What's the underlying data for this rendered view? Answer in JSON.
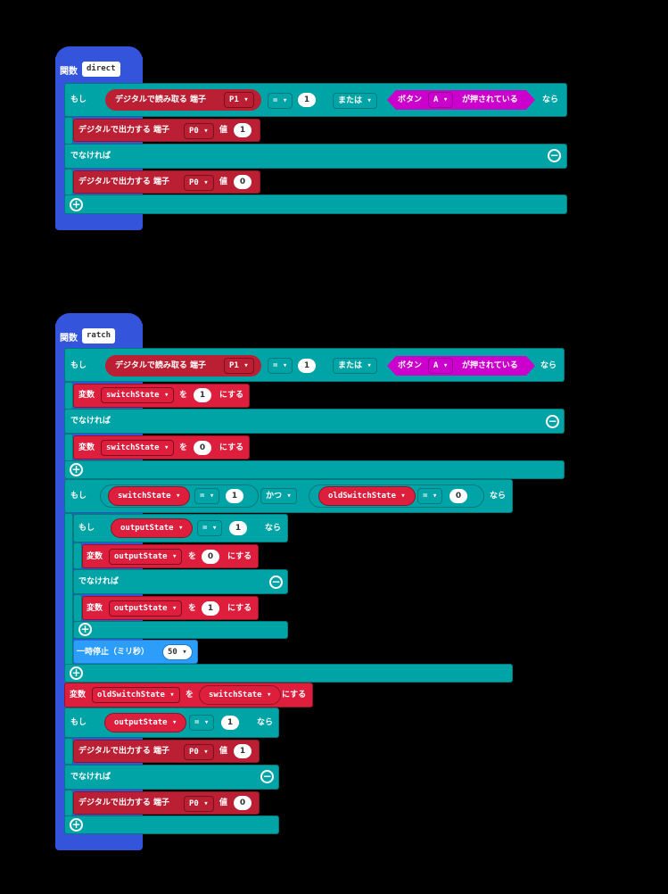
{
  "functions": [
    {
      "kw": "関数",
      "name": "direct",
      "if_kw": "もし",
      "cond1_label": "デジタルで読み取る 端子",
      "cond1_pin": "P1 ▾",
      "cmp_op": "= ▾",
      "cmp_val": "1",
      "or_op": "または ▾",
      "button_label": "ボタン",
      "button_sel": "A ▾",
      "button_pressed": "が押されている",
      "then_kw": "なら",
      "then_write_label": "デジタルで出力する 端子",
      "then_pin": "P0 ▾",
      "then_val_kw": "値",
      "then_val": "1",
      "else_kw": "でなければ",
      "else_write_label": "デジタルで出力する 端子",
      "else_pin": "P0 ▾",
      "else_val_kw": "値",
      "else_val": "0"
    },
    {
      "kw": "関数",
      "name": "ratch",
      "if_kw": "もし",
      "cond1_label": "デジタルで読み取る 端子",
      "cond1_pin": "P1 ▾",
      "cmp_op": "= ▾",
      "cmp_val": "1",
      "or_op": "または ▾",
      "button_label": "ボタン",
      "button_sel": "A ▾",
      "button_pressed": "が押されている",
      "then_kw": "なら",
      "var_kw": "変数",
      "switch_var": "switchState ▾",
      "wo": "を",
      "ni_suru": "にする",
      "sw_set1": "1",
      "else_kw": "でなければ",
      "sw_set0": "0",
      "if2_var_a": "switchState ▾",
      "if2_op_a": "= ▾",
      "if2_val_a": "1",
      "and_op": "かつ ▾",
      "if2_var_b": "oldSwitchState ▾",
      "if2_op_b": "= ▾",
      "if2_val_b": "0",
      "if3_var": "outputState ▾",
      "if3_op": "= ▾",
      "if3_val": "1",
      "out_var": "outputState ▾",
      "out_set0": "0",
      "out_set1": "1",
      "pause_label": "一時停止（ミリ秒）",
      "pause_val": "50 ▾",
      "old_var": "oldSwitchState ▾",
      "old_from": "switchState ▾",
      "if4_var": "outputState ▾",
      "if4_op": "= ▾",
      "if4_val": "1",
      "write_label": "デジタルで出力する 端子",
      "write_pin": "P0 ▾",
      "val_kw": "値",
      "write_val1": "1",
      "write_val0": "0"
    }
  ],
  "icons": {
    "plus": "+",
    "minus": "−"
  },
  "colors": {
    "function": "#3455db",
    "logic": "#00a4a6",
    "pins": "#ba1f33",
    "variables": "#dd1e3c",
    "input": "#cc00cc",
    "basic": "#2d9dfa"
  }
}
